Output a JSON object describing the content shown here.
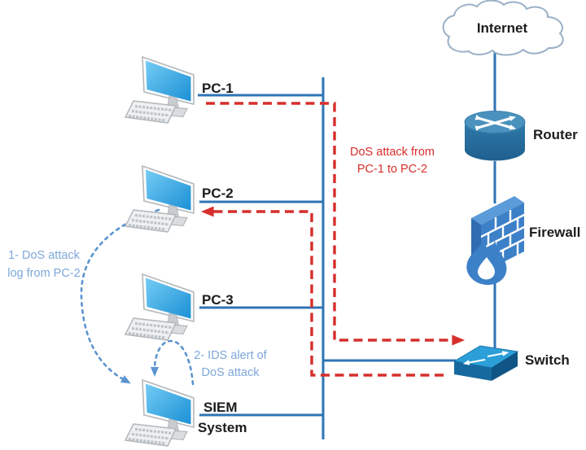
{
  "colors": {
    "link": "#2e74b5",
    "attack": "#d62f2b",
    "note": "#7da7d9",
    "curve": "#5b94cf",
    "device": "#3c80c8"
  },
  "nodes": {
    "internet": "Internet",
    "router": "Router",
    "firewall": "Firewall",
    "switch": "Switch",
    "pc1": "PC-1",
    "pc2": "PC-2",
    "pc3": "PC-3",
    "siem_line1": "SIEM",
    "siem_line2": "System"
  },
  "annotations": {
    "attack_line1": "DoS attack from",
    "attack_line2": "PC-1 to PC-2",
    "log_line1": "1- DoS attack",
    "log_line2": "log from PC-2",
    "alert_line1": "2- IDS alert of",
    "alert_line2": "DoS attack"
  }
}
